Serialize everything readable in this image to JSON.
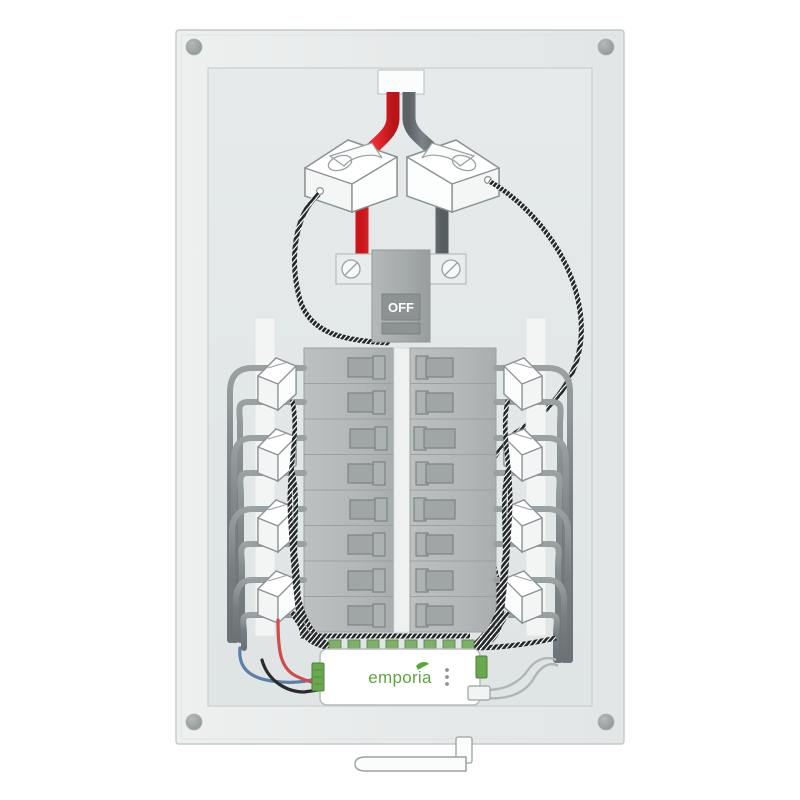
{
  "illustration": {
    "title": "Emporia Vue energy monitor installed in residential breaker panel",
    "subject": "electrical-load-center-cutaway-diagram",
    "background_color": "#ffffff"
  },
  "panel": {
    "name": "breaker-panel-enclosure",
    "body_color": "#e8ebeb",
    "edge_color": "#b9c0c0",
    "interior_color": "#e4e8e8",
    "deadfront_color": "#eceeee",
    "corner_screws": 4,
    "screw_color": "#9aa2a2",
    "top_knockout_label": "service-entry-knockout"
  },
  "main_feed": {
    "hot_leg_a_color": "#e51f27",
    "hot_leg_b_color": "#6e7578",
    "hot_leg_a_name": "red-main-feed-conductor",
    "hot_leg_b_name": "gray-main-feed-conductor"
  },
  "main_breaker": {
    "name": "main-breaker",
    "state_label": "OFF",
    "body_color": "#a7abab",
    "toggle_color": "#8d9292",
    "toggle_text_color": "#ffffff",
    "mount_screws": 2
  },
  "main_cts": {
    "name": "200a-main-current-transformer",
    "count": 2,
    "shell_color": "#ffffff",
    "outline_color": "#8b9296",
    "lead_style": "twisted-pair-striped",
    "lead_colors": [
      "#ffffff",
      "#2f3436"
    ]
  },
  "branch_cts": {
    "name": "50a-branch-circuit-sensor",
    "left_count": 4,
    "right_count": 4,
    "total": 8,
    "shell_color": "#ffffff",
    "outline_color": "#8b9296"
  },
  "breakers": {
    "name": "branch-breaker-stack",
    "rows": 8,
    "columns": 2,
    "total": 16,
    "body_color": "#b6baba",
    "row_divider_color": "#9ba1a1",
    "toggle_color": "#a0a5a6",
    "toggle_outline": "#7d8484",
    "bus_color": "#eff1f1"
  },
  "branch_wires": {
    "name": "branch-circuit-conductor",
    "color": "#7f8688",
    "left_count": 8,
    "right_count": 8
  },
  "device": {
    "name": "emporia-vue-energy-monitor",
    "brand": "emporia",
    "brand_color": "#5aa73d",
    "body_color": "#ffffff",
    "outline_color": "#b7bcbc",
    "menu_dots": 3,
    "top_ports": 8,
    "port_color": "#7fb069",
    "side_terminal_color": "#6aa84f",
    "side_terminal_name": "power-input-terminal-block"
  },
  "power_leads": {
    "name": "monitor-power-lead",
    "colors": [
      "#5b7fa6",
      "#d14b4b",
      "#2b2b2b"
    ],
    "labels": [
      "neutral-lead",
      "hot-lead-red",
      "hot-lead-black"
    ]
  },
  "antenna": {
    "name": "wifi-antenna",
    "outline_color": "#9aa1a1",
    "fill_color": "#fbfcfc"
  }
}
